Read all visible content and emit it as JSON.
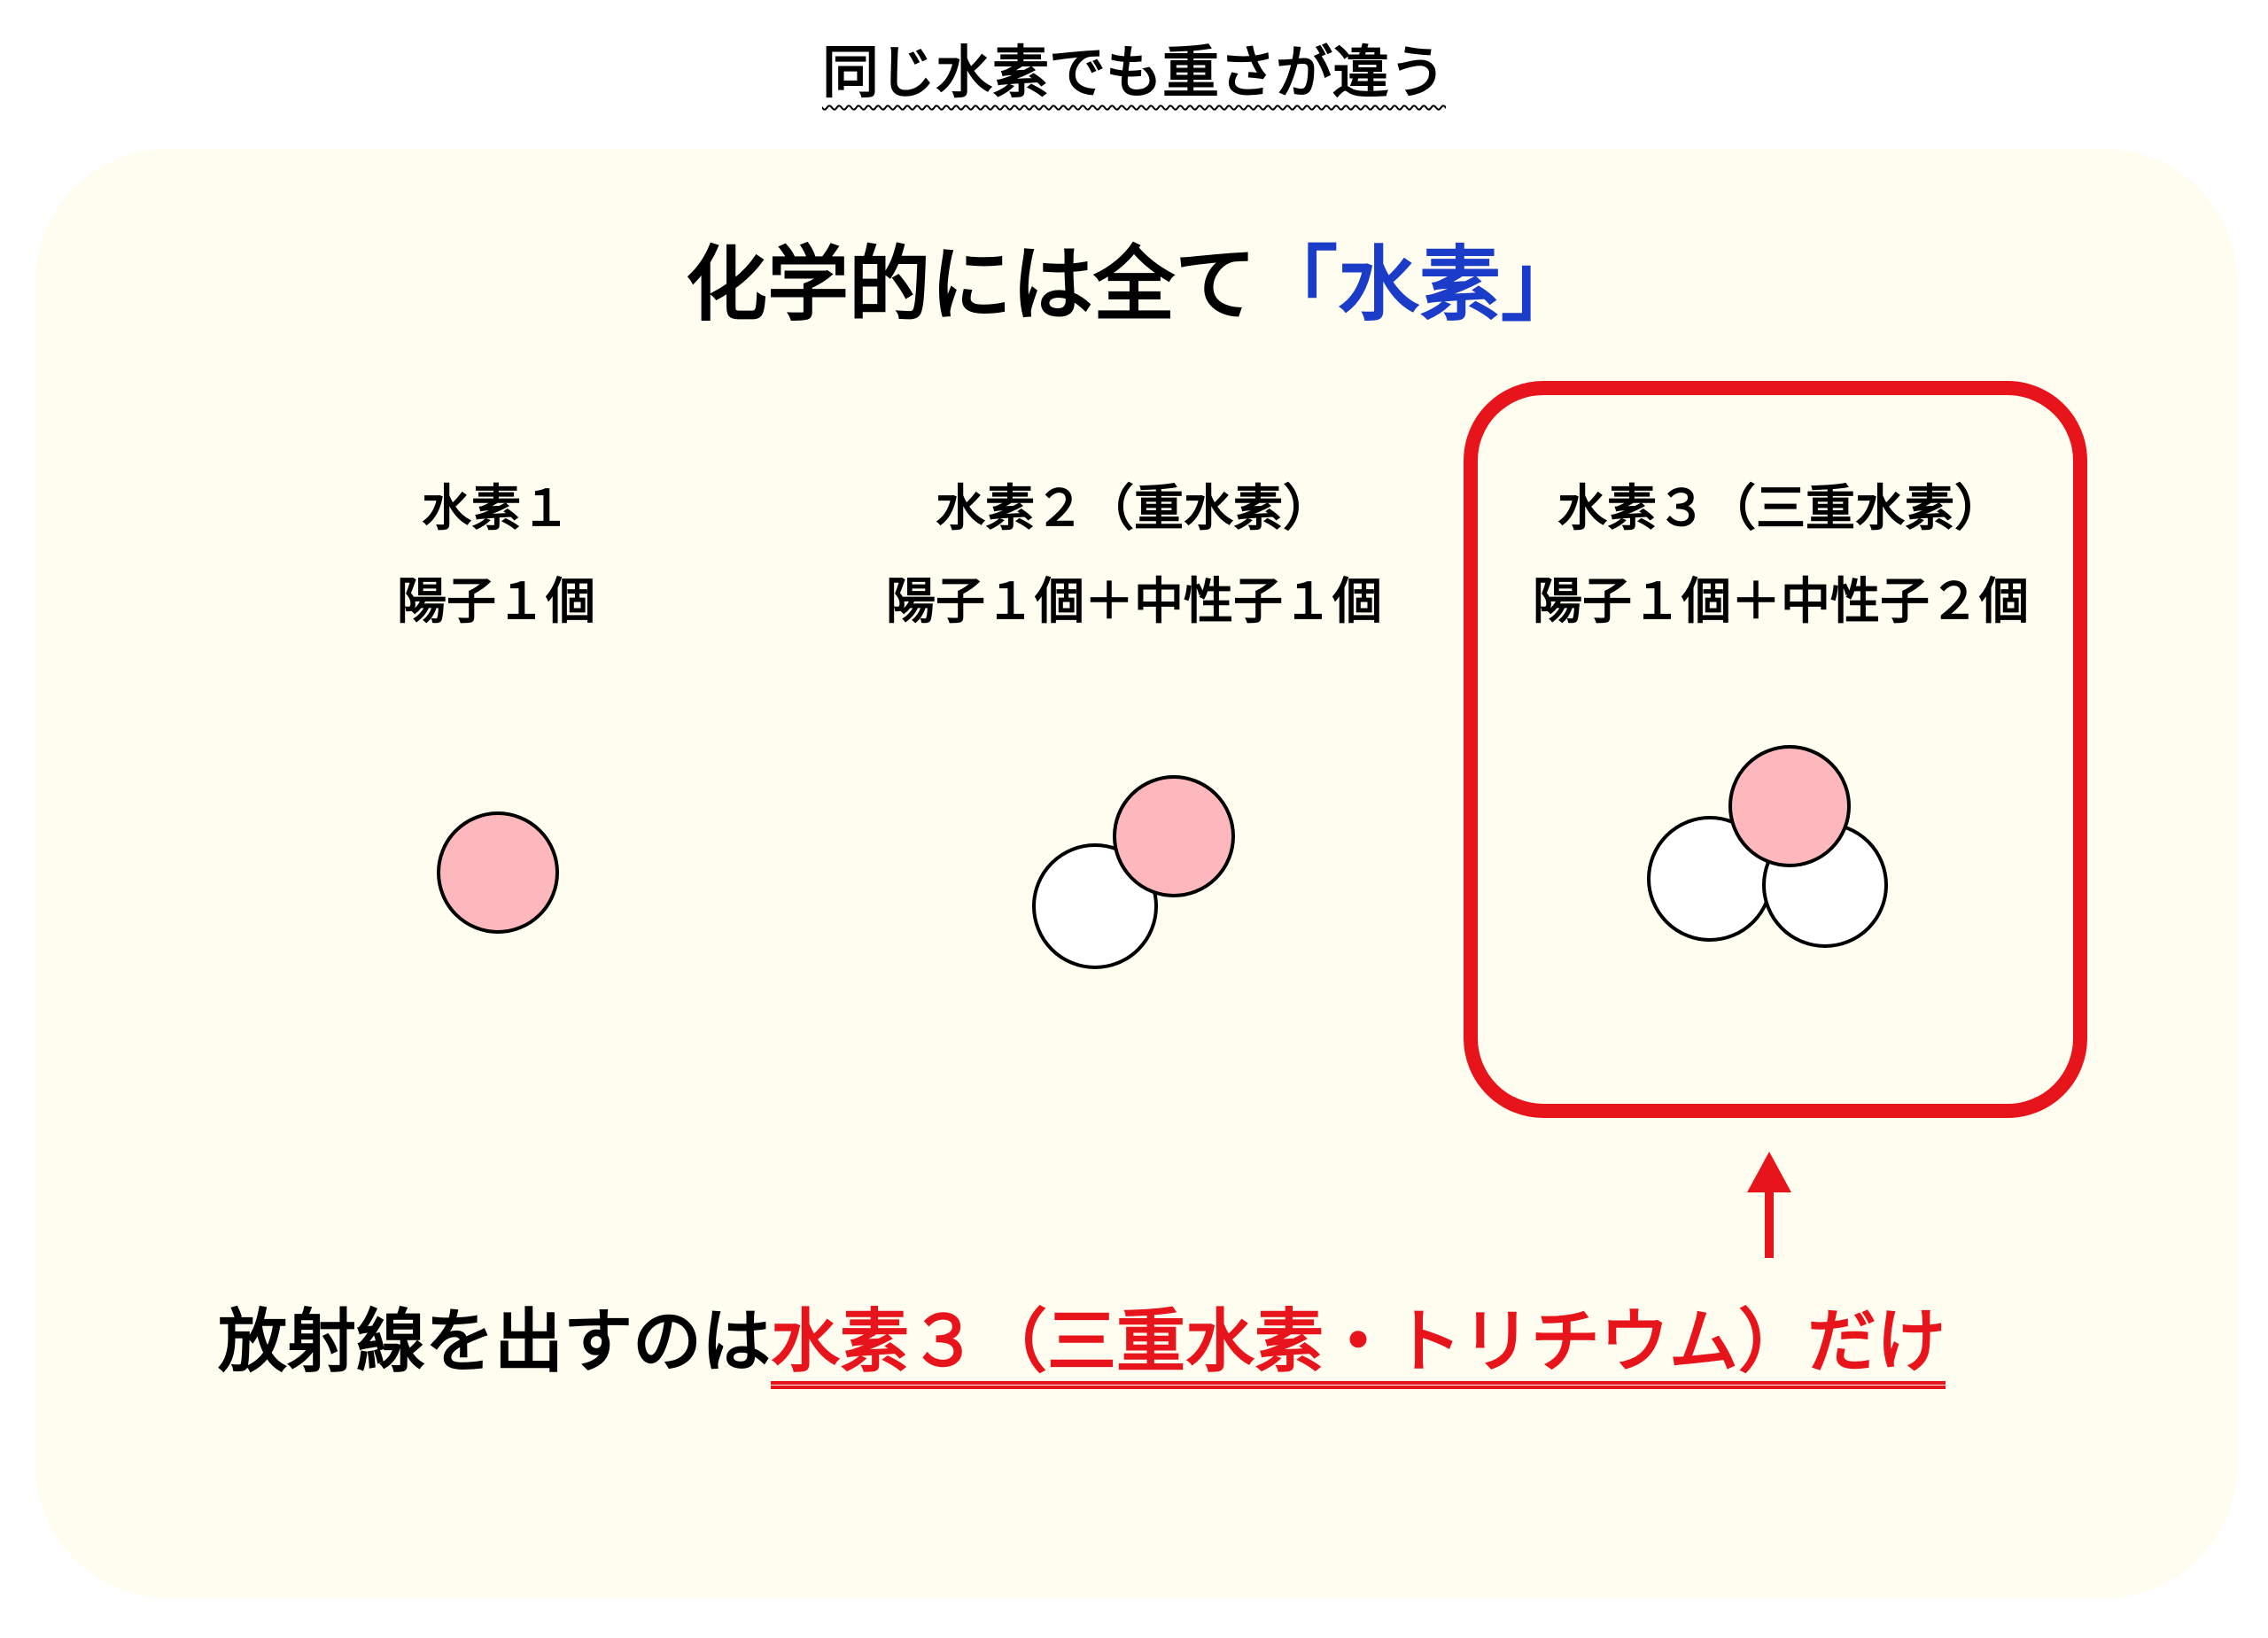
{
  "page": {
    "title": "同じ水素でも重さが違う"
  },
  "headline": {
    "prefix": "化学的には全て",
    "highlight": "「水素」"
  },
  "isotopes": [
    {
      "name": "水素１",
      "composition": "陽子１個",
      "protons": 1,
      "neutrons": 0
    },
    {
      "name": "水素２（重水素）",
      "composition": "陽子１個＋中性子１個",
      "protons": 1,
      "neutrons": 1
    },
    {
      "name": "水素３（三重水素）",
      "composition": "陽子１個＋中性子２個",
      "protons": 1,
      "neutrons": 2
    }
  ],
  "conclusion": {
    "prefix": "放射線を出すのは",
    "highlight": "水素３（三重水素・トリチウム）だけ"
  },
  "colors": {
    "proton": "#fcb8bc",
    "neutron": "#ffffff",
    "accent_red": "#e8141c",
    "accent_blue": "#1a3cc8",
    "panel_background": "#fefdef"
  }
}
